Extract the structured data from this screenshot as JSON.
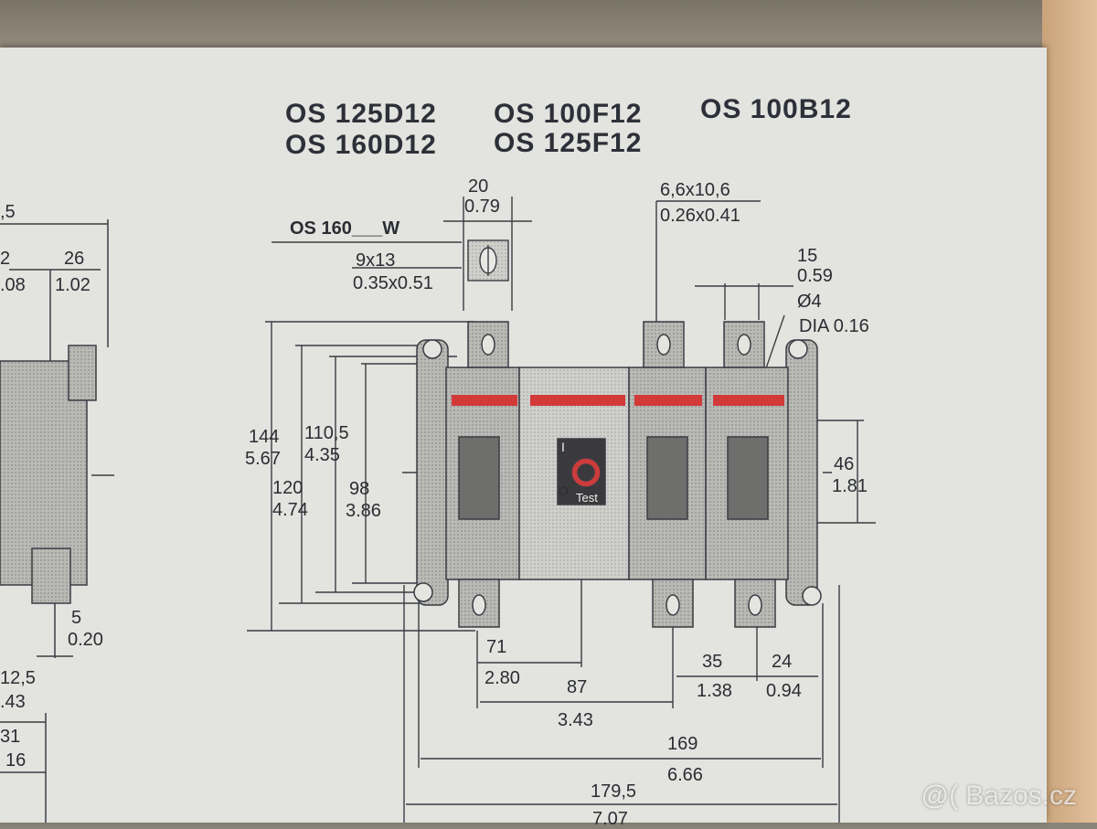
{
  "titles": {
    "row1_a": "OS 125D12",
    "row1_b": "OS 100F12",
    "row1_c": "OS 100B12",
    "row2_a": "OS 160D12",
    "row2_b": "OS 125F12"
  },
  "labels": {
    "os160": "OS 160___W",
    "terminal_width_mm": "20",
    "terminal_width_in": "0.79",
    "slot_mm": "9x13",
    "slot_in": "0.35x0.51",
    "hole_mm": "6,6x10,6",
    "hole_in": "0.26x0.41",
    "pitch15_mm": "15",
    "pitch15_in": "0.59",
    "dia_mm": "Ø4",
    "dia_in": "DIA 0.16",
    "h144_mm": "144",
    "h144_in": "5.67",
    "h110_mm": "110,5",
    "h110_in": "4.35",
    "h120_mm": "120",
    "h120_in": "4.74",
    "h98_mm": "98",
    "h98_in": "3.86",
    "h46_mm": "46",
    "h46_in": "1.81",
    "w71_mm": "71",
    "w71_in": "2.80",
    "w87_mm": "87",
    "w87_in": "3.43",
    "w35_mm": "35",
    "w35_in": "1.38",
    "w24_mm": "24",
    "w24_in": "0.94",
    "w169_mm": "169",
    "w169_in": "6.66",
    "w179_mm": "179,5",
    "w179_in": "7.07",
    "left_5": ",5",
    "left_2": "2",
    "left_26": "26",
    "left_08": ".08",
    "left_102": "1.02",
    "left_5b": "5",
    "left_020": "0.20",
    "left_125": "12,5",
    "left_43": ".43",
    "left_31": "31",
    "left_16": "16",
    "switch_on": "I",
    "switch_off": "O",
    "switch_test": "Test"
  },
  "watermark": "@( Bazos.cz",
  "colors": {
    "red_band": "#d23a3a",
    "ink": "#2a2d33"
  }
}
